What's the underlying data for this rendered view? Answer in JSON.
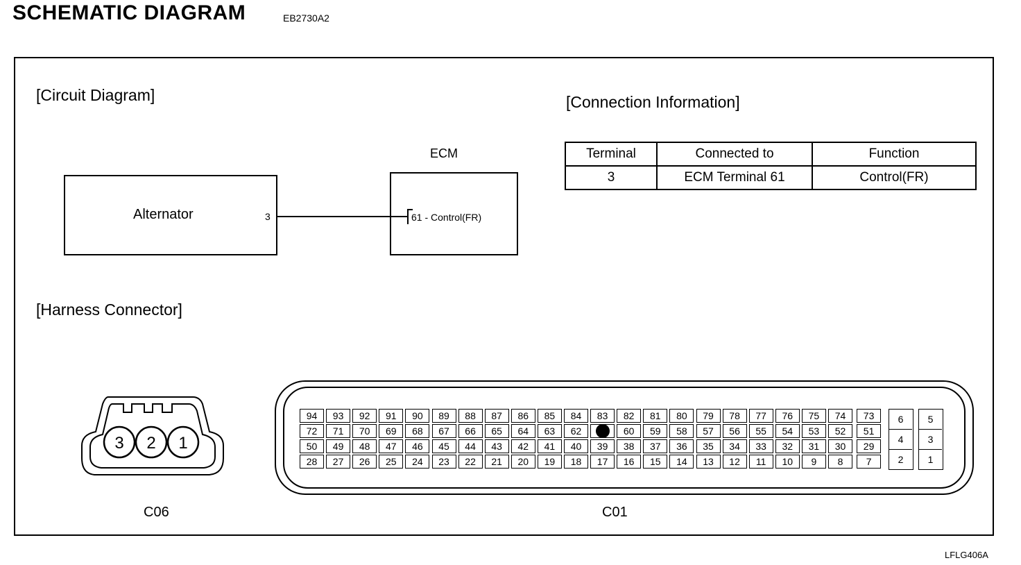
{
  "header": {
    "title": "SCHEMATIC  DIAGRAM",
    "code": "EB2730A2"
  },
  "sections": {
    "circuit": "[Circuit Diagram]",
    "connection": "[Connection Information]",
    "harness": "[Harness Connector]"
  },
  "circuit": {
    "alternator_label": "Alternator",
    "alternator_pin": "3",
    "ecm_title": "ECM",
    "ecm_pin_text": "61 - Control(FR)"
  },
  "connection_table": {
    "headers": [
      "Terminal",
      "Connected to",
      "Function"
    ],
    "rows": [
      [
        "3",
        "ECM Terminal 61",
        "Control(FR)"
      ]
    ]
  },
  "connectors": {
    "c06": {
      "label": "C06",
      "pins": [
        "3",
        "2",
        "1"
      ]
    },
    "c01": {
      "label": "C01",
      "rows": [
        [
          "94",
          "93",
          "92",
          "91",
          "90",
          "89",
          "88",
          "87",
          "86",
          "85",
          "84",
          "83",
          "82",
          "81",
          "80",
          "79",
          "78",
          "77",
          "76",
          "75",
          "74",
          "73"
        ],
        [
          "72",
          "71",
          "70",
          "69",
          "68",
          "67",
          "66",
          "65",
          "64",
          "63",
          "62",
          "61",
          "60",
          "59",
          "58",
          "57",
          "56",
          "55",
          "54",
          "53",
          "52",
          "51"
        ],
        [
          "50",
          "49",
          "48",
          "47",
          "46",
          "45",
          "44",
          "43",
          "42",
          "41",
          "40",
          "39",
          "38",
          "37",
          "36",
          "35",
          "34",
          "33",
          "32",
          "31",
          "30",
          "29"
        ],
        [
          "28",
          "27",
          "26",
          "25",
          "24",
          "23",
          "22",
          "21",
          "20",
          "19",
          "18",
          "17",
          "16",
          "15",
          "14",
          "13",
          "12",
          "11",
          "10",
          "9",
          "8",
          "7"
        ]
      ],
      "highlighted_pin": "61",
      "side_block_a": [
        [
          "6",
          "4",
          "2"
        ]
      ],
      "side_block_b": [
        [
          "5",
          "3",
          "1"
        ]
      ]
    }
  },
  "footer": {
    "code": "LFLG406A"
  }
}
